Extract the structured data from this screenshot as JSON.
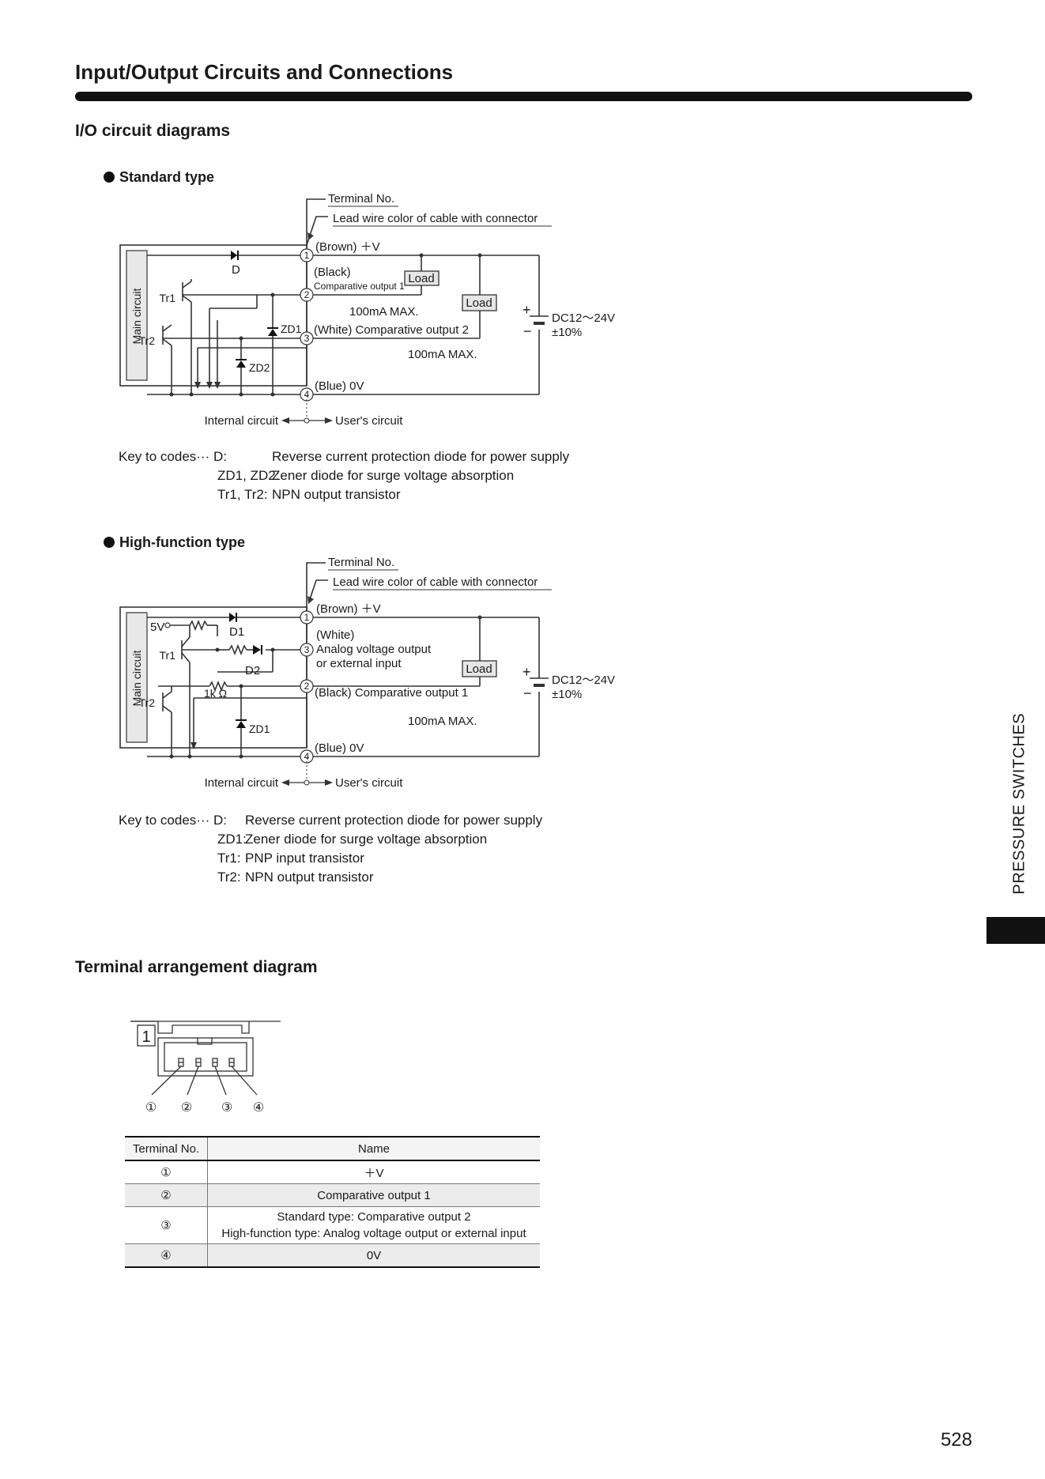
{
  "page": {
    "title": "Input/Output Circuits and Connections",
    "section_io": "I/O circuit diagrams",
    "section_terminal": "Terminal arrangement diagram",
    "side_label": "PRESSURE SWITCHES",
    "page_number": "528"
  },
  "standard": {
    "heading": "Standard type",
    "labels": {
      "terminal_no": "Terminal No.",
      "lead_wire": "Lead wire color of cable with connector",
      "brown": "(Brown) ＋V",
      "black": "(Black)",
      "comp1": "Comparative output 1",
      "load1": "Load",
      "load2": "Load",
      "max1": "100mA MAX.",
      "white": "(White) Comparative output 2",
      "max2": "100mA MAX.",
      "blue": "(Blue) 0V",
      "d": "D",
      "tr1": "Tr1",
      "tr2": "Tr2",
      "zd1": "ZD1",
      "zd2": "ZD2",
      "main_circuit": "Main circuit",
      "dc": "DC12～24V",
      "tol": "±10%",
      "plus": "+",
      "minus": "−",
      "internal": "Internal circuit",
      "user": "User's circuit",
      "t1": "1",
      "t2": "2",
      "t3": "3",
      "t4": "4"
    },
    "key": {
      "prefix": "Key to codes··· D:",
      "d_desc": "Reverse current protection diode for power supply",
      "zd_code": "ZD1, ZD2:",
      "zd_desc": "Zener diode for surge voltage absorption",
      "tr_code": "Tr1, Tr2:",
      "tr_desc": "NPN output transistor"
    }
  },
  "high": {
    "heading": "High-function type",
    "labels": {
      "terminal_no": "Terminal No.",
      "lead_wire": "Lead wire color of cable with connector",
      "brown": "(Brown) ＋V",
      "white": "(White)",
      "analog": "Analog voltage output",
      "ext": "or external input",
      "load": "Load",
      "black": "(Black) Comparative output 1",
      "max": "100mA MAX.",
      "blue": "(Blue) 0V",
      "v5": "5V",
      "d1": "D1",
      "d2": "D2",
      "tr1": "Tr1",
      "tr2": "Tr2",
      "r1k": "1k Ω",
      "zd1": "ZD1",
      "main_circuit": "Main circuit",
      "dc": "DC12～24V",
      "tol": "±10%",
      "plus": "+",
      "minus": "−",
      "internal": "Internal circuit",
      "user": "User's circuit",
      "t1": "1",
      "t2": "2",
      "t3": "3",
      "t4": "4"
    },
    "key": {
      "prefix": "Key to codes··· D:",
      "d_desc": "Reverse current protection diode for power supply",
      "zd_code": "ZD1:",
      "zd_desc": "Zener diode for surge voltage absorption",
      "tr1_code": "Tr1:",
      "tr1_desc": "PNP input transistor",
      "tr2_code": "Tr2:",
      "tr2_desc": "NPN output transistor"
    }
  },
  "terminal": {
    "connector_label": "1",
    "pins": [
      "①",
      "②",
      "③",
      "④"
    ],
    "table": {
      "header_no": "Terminal No.",
      "header_name": "Name",
      "rows": [
        {
          "no": "①",
          "name": "＋V"
        },
        {
          "no": "②",
          "name": "Comparative output 1"
        },
        {
          "no": "③",
          "name": "Standard type: Comparative output 2",
          "name2": "High-function type: Analog voltage output or external input"
        },
        {
          "no": "④",
          "name": "0V"
        }
      ]
    }
  }
}
